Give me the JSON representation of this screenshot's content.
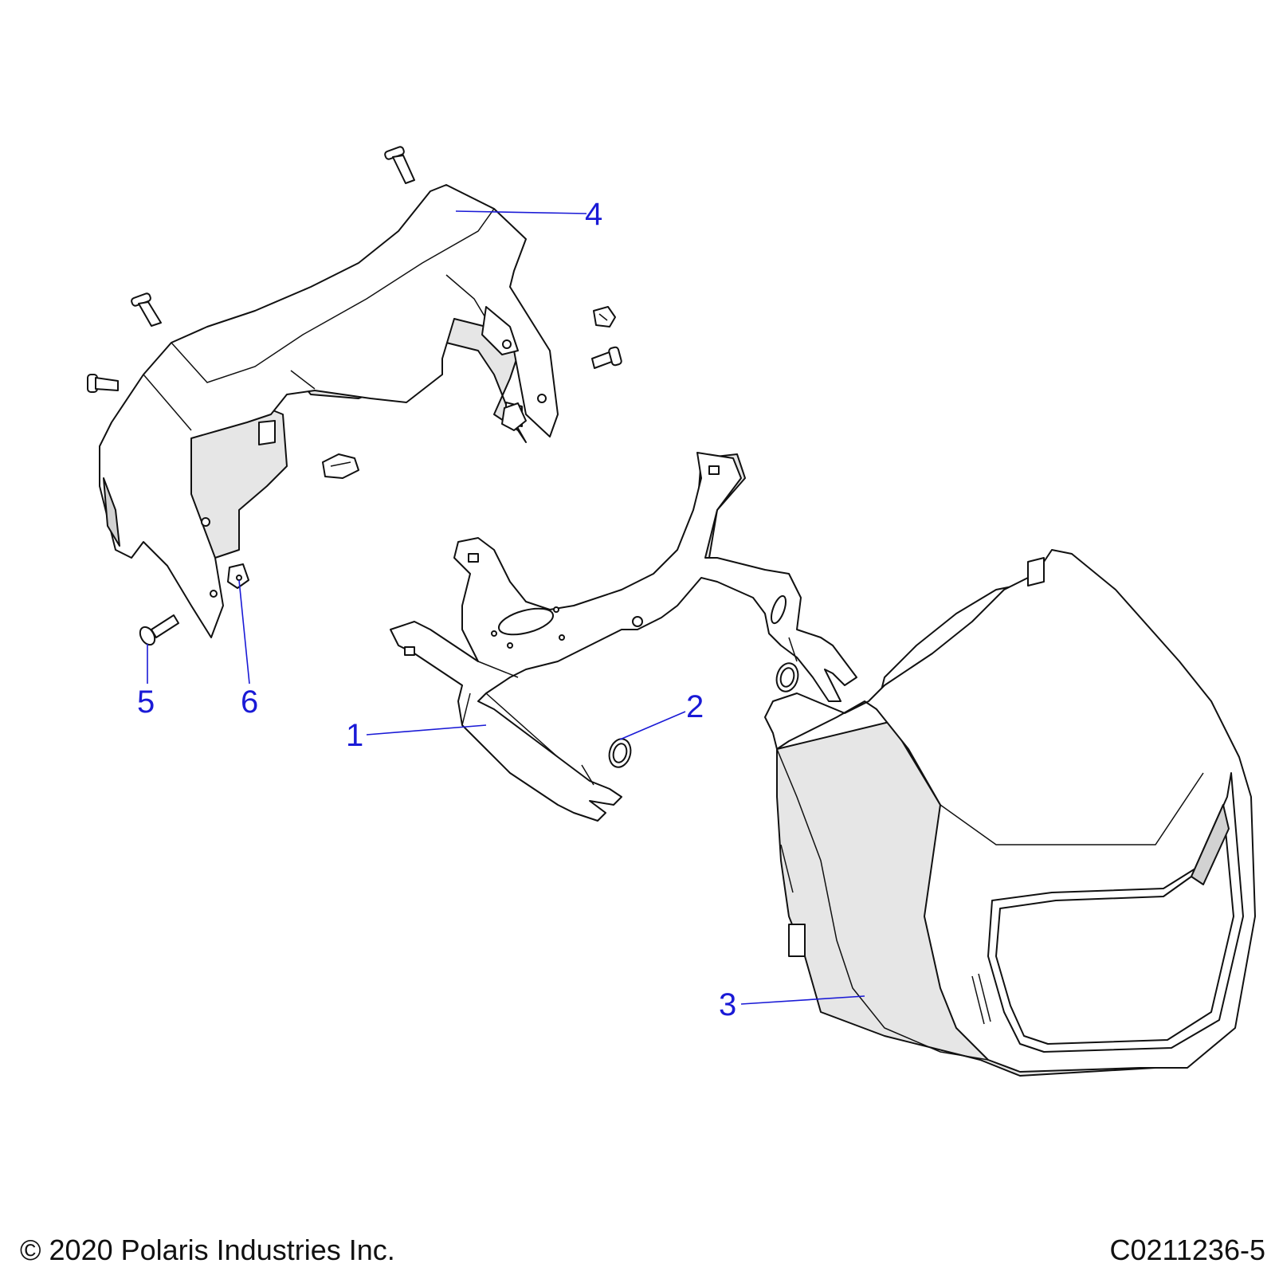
{
  "callouts": [
    {
      "id": "1",
      "label": "1"
    },
    {
      "id": "2",
      "label": "2"
    },
    {
      "id": "3",
      "label": "3"
    },
    {
      "id": "4",
      "label": "4"
    },
    {
      "id": "5",
      "label": "5"
    },
    {
      "id": "6",
      "label": "6"
    }
  ],
  "footer": {
    "copyright": "© 2020 Polaris Industries Inc.",
    "diagram_code": "C0211236-5"
  },
  "colors": {
    "callout": "#1a1ad6",
    "line": "#111111"
  }
}
